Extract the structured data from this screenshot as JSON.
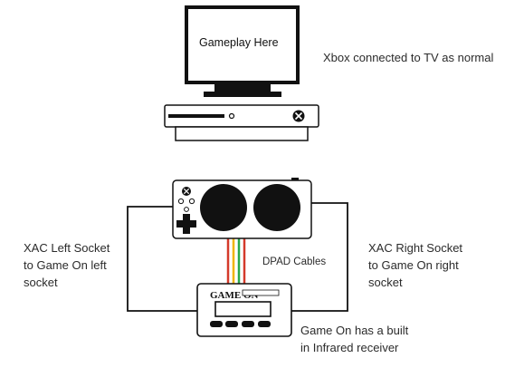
{
  "diagram": {
    "tv_screen_text": "Gameplay Here",
    "xbox_caption": "Xbox connected to TV as normal",
    "left_caption": [
      "XAC Left Socket",
      "to Game On left",
      "socket"
    ],
    "right_caption": [
      "XAC Right Socket",
      "to Game On right",
      "socket"
    ],
    "cables_caption": "DPAD Cables",
    "gameon_caption": [
      "Game On has a built",
      "in Infrared receiver"
    ],
    "gameon_logo": "GAME ON",
    "cable_colors": [
      "#d43a2a",
      "#f0b400",
      "#2aa84a",
      "#d43a2a"
    ]
  }
}
